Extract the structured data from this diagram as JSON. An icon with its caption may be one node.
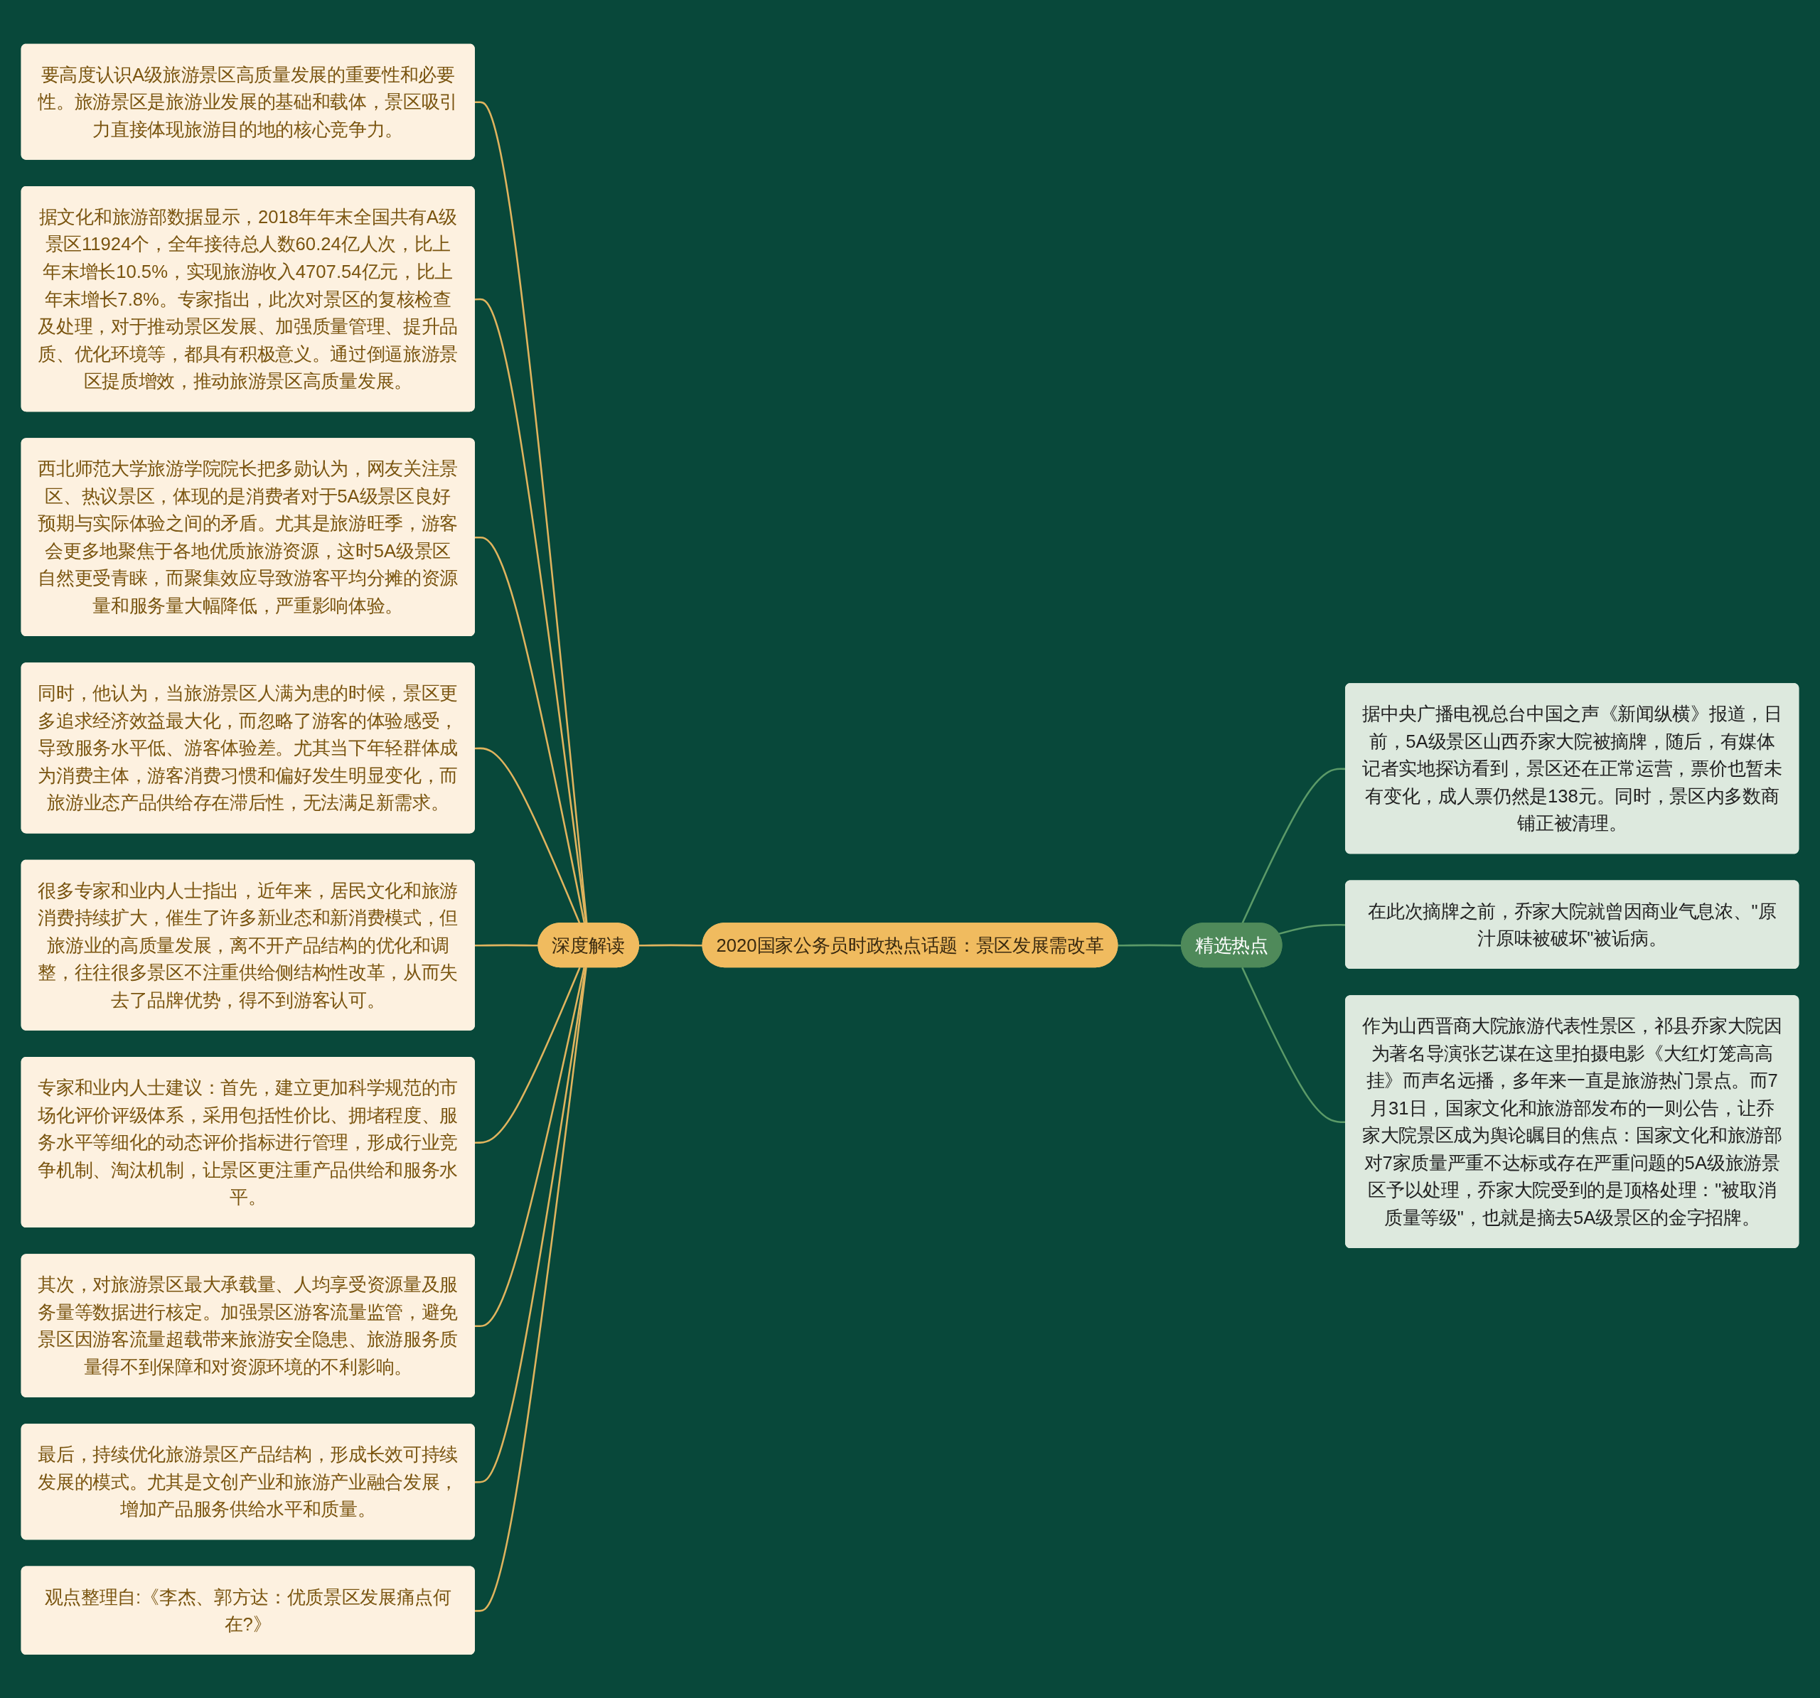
{
  "diagram": {
    "nodes": [
      {
        "text": [
          "2020国家公务员时政热点话题：景区发展需改革"
        ]
      },
      {
        "text": [
          "深度解读"
        ]
      },
      {
        "text": [
          "要高度认识A级旅游景区高质量发展的重要性和必要性。旅游景区是旅游业发展的基础和载体，景区吸引力直接体现旅游目的地的核心竞争力。"
        ]
      },
      {
        "text": [
          "据文化和旅游部数据显示，2018年年末全国共有A级景区11924个，全年接待总人数60.24亿人次，比上年末增长10.5%，实现旅游收入4707.54亿元，比上年末增长7.8%。专家指出，此次对景区的复核检查及处理，对于推动景区发展、加强质量管理、提升品质、优化环境等，都具有积极意义。通过倒逼旅游景区提质增效，推动旅游景区高质量发展。"
        ]
      },
      {
        "text": [
          "西北师范大学旅游学院院长把多勋认为，网友关注景区、热议景区，体现的是消费者对于5A级景区良好预期与实际体验之间的矛盾。尤其是旅游旺季，游客会更多地聚焦于各地优质旅游资源，这时5A级景区自然更受青睐，而聚集效应导致游客平均分摊的资源量和服务量大幅降低，严重影响体验。"
        ]
      },
      {
        "text": [
          "同时，他认为，当旅游景区人满为患的时候，景区更多追求经济效益最大化，而忽略了游客的体验感受，导致服务水平低、游客体验差。尤其当下年轻群体成为消费主体，游客消费习惯和偏好发生明显变化，而旅游业态产品供给存在滞后性，无法满足新需求。"
        ]
      },
      {
        "text": [
          "很多专家和业内人士指出，近年来，居民文化和旅游消费持续扩大，催生了许多新业态和新消费模式，但旅游业的高质量发展，离不开产品结构的优化和调整，往往很多景区不注重供给侧结构性改革，从而失去了品牌优势，得不到游客认可。"
        ]
      },
      {
        "text": [
          "专家和业内人士建议：首先，建立更加科学规范的市场化评价评级体系，采用包括性价比、拥堵程度、服务水平等细化的动态评价指标进行管理，形成行业竞争机制、淘汰机制，让景区更注重产品供给和服务水平。"
        ]
      },
      {
        "text": [
          "其次，对旅游景区最大承载量、人均享受资源量及服务量等数据进行核定。加强景区游客流量监管，避免景区因游客流量超载带来旅游安全隐患、旅游服务质量得不到保障和对资源环境的不利影响。"
        ]
      },
      {
        "text": [
          "最后，持续优化旅游景区产品结构，形成长效可持续发展的模式。尤其是文创产业和旅游产业融合发展，增加产品服务供给水平和质量。"
        ]
      },
      {
        "text": [
          "观点整理自:《李杰、郭方达：优质景区发展痛点何在?》"
        ]
      },
      {
        "text": [
          "精选热点"
        ]
      },
      {
        "text": [
          "据中央广播电视总台中国之声《新闻纵横》报道，日前，5A级景区山西乔家大院被摘牌，随后，有媒体记者实地探访看到，景区还在正常运营，票价也暂未有变化，成人票仍然是138元。同时，景区内多数商铺正被清理。"
        ]
      },
      {
        "text": [
          "在此次摘牌之前，乔家大院就曾因商业气息浓、\"原汁原味被破坏\"被诟病。"
        ]
      },
      {
        "text": [
          "作为山西晋商大院旅游代表性景区，祁县乔家大院因为著名导演张艺谋在这里拍摄电影《大红灯笼高高挂》而声名远播，多年来一直是旅游热门景点。而7月31日，国家文化和旅游部发布的一则公告，让乔家大院景区成为舆论瞩目的焦点：国家文化和旅游部对7家质量严重不达标或存在严重问题的5A级旅游景区予以处理，乔家大院受到的是顶格处理：\"被取消质量等级\"，也就是摘去5A级景区的金字招牌。"
        ]
      }
    ],
    "edges": [
      {
        "from": 1,
        "to": 0,
        "arrow": "none"
      },
      {
        "from": 2,
        "to": 1,
        "arrow": "none"
      },
      {
        "from": 3,
        "to": 1,
        "arrow": "none"
      },
      {
        "from": 4,
        "to": 1,
        "arrow": "none"
      },
      {
        "from": 5,
        "to": 1,
        "arrow": "none"
      },
      {
        "from": 6,
        "to": 1,
        "arrow": "none"
      },
      {
        "from": 7,
        "to": 1,
        "arrow": "none"
      },
      {
        "from": 8,
        "to": 1,
        "arrow": "none"
      },
      {
        "from": 9,
        "to": 1,
        "arrow": "none"
      },
      {
        "from": 10,
        "to": 1,
        "arrow": "none"
      },
      {
        "from": 0,
        "to": 11,
        "arrow": "none",
        "color": "#5b9a68"
      },
      {
        "from": 11,
        "to": 12,
        "arrow": "none",
        "color": "#5b9a68"
      },
      {
        "from": 11,
        "to": 13,
        "arrow": "none",
        "color": "#5b9a68"
      },
      {
        "from": 11,
        "to": 14,
        "arrow": "none",
        "color": "#5b9a68"
      }
    ]
  }
}
